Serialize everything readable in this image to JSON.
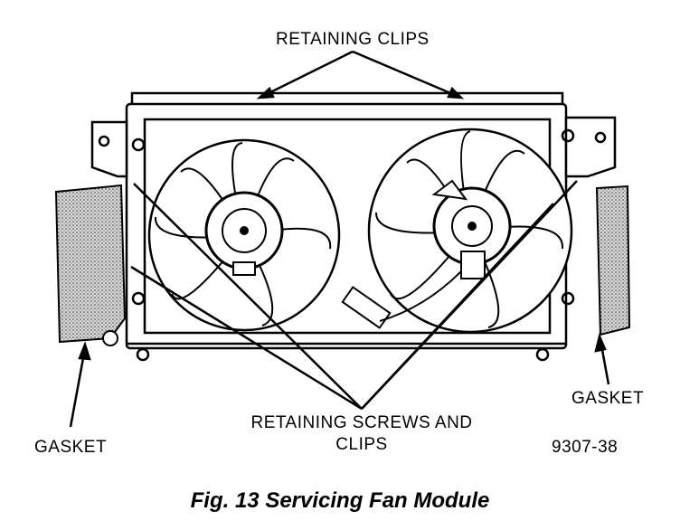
{
  "labels": {
    "retaining_clips": "RETAINING CLIPS",
    "screws_line1": "RETAINING SCREWS AND",
    "screws_line2": "CLIPS",
    "gasket_left": "GASKET",
    "gasket_right": "GASKET",
    "figure_number": "9307-38"
  },
  "caption": "Fig. 13 Servicing Fan Module"
}
